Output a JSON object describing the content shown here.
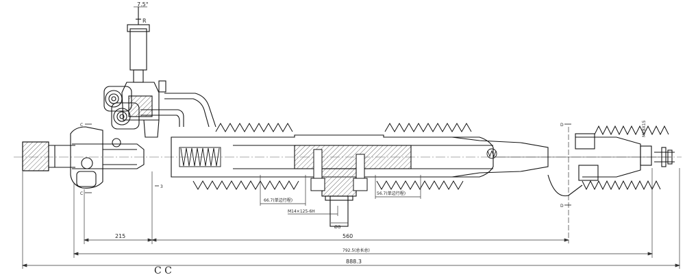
{
  "drawing": {
    "dimensions": {
      "angle_top": "7.5°",
      "r_mark": "R",
      "overall_length": "888.3",
      "total_travel": "792.5(总长总)",
      "rack_travel": "560",
      "left_offset": "215",
      "stroke_left": "66.7(单边行程)",
      "stroke_right": "56.7(单边行程)",
      "thread_left": "M14×125-6H",
      "thread_right": "M18X15",
      "pinion_dia": "ØG"
    },
    "section_marks": {
      "c_top": "C",
      "c_bottom": "C",
      "d_top": "D",
      "d_bottom": "D",
      "mark_3": "3",
      "bottom_view": "C C"
    }
  }
}
